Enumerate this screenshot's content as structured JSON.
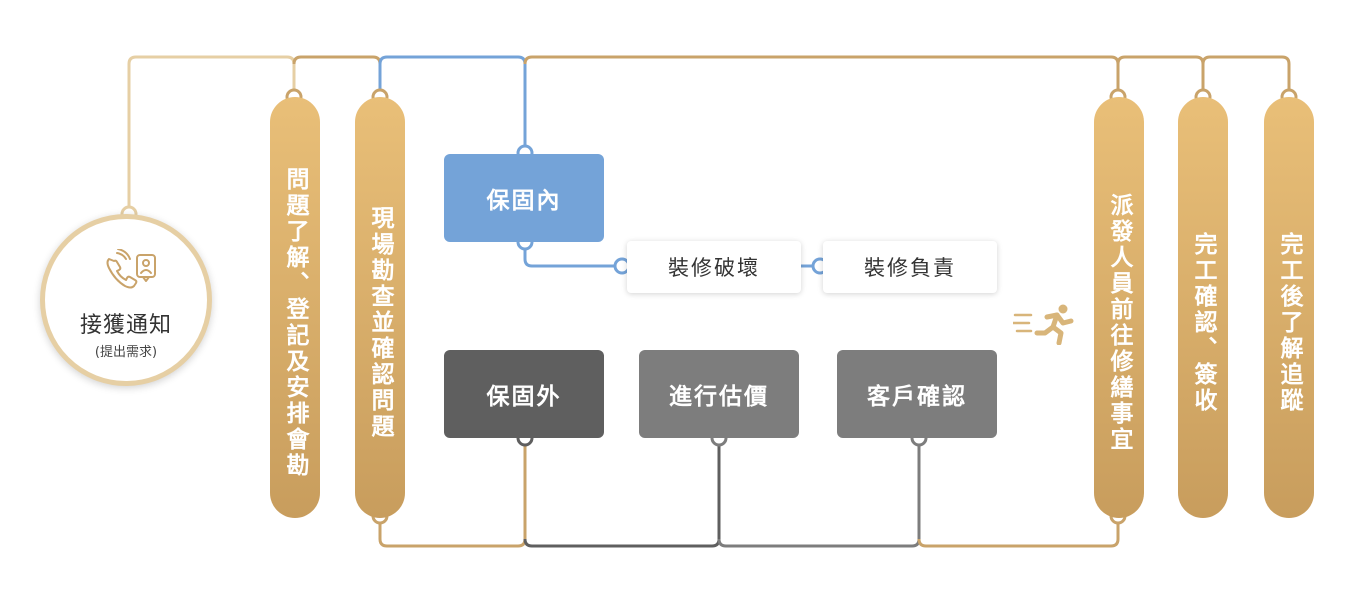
{
  "start": {
    "title": "接獲通知",
    "subtitle": "(提出需求)",
    "icon": "phone-contact-icon"
  },
  "steps": {
    "problem_understanding": "問題了解、登記及安排會勘",
    "site_survey": "現場勘查並確認問題",
    "dispatch": "派發人員前往修繕事宜",
    "completion_signoff": "完工確認、簽收",
    "followup": "完工後了解追蹤"
  },
  "branches": {
    "in_warranty": {
      "label": "保固內",
      "damage_label": "裝修破壞",
      "responsibility_label": "裝修負責"
    },
    "out_of_warranty": {
      "label": "保固外",
      "estimate_label": "進行估價",
      "confirm_label": "客戶確認"
    }
  },
  "colors": {
    "gold": "#c9a36a",
    "gold_light": "#e6cfa4",
    "blue": "#74a3d8",
    "dark_gray": "#5f5f5f",
    "mid_gray": "#7d7d7d"
  },
  "icons": {
    "runner": "running-person-icon"
  }
}
